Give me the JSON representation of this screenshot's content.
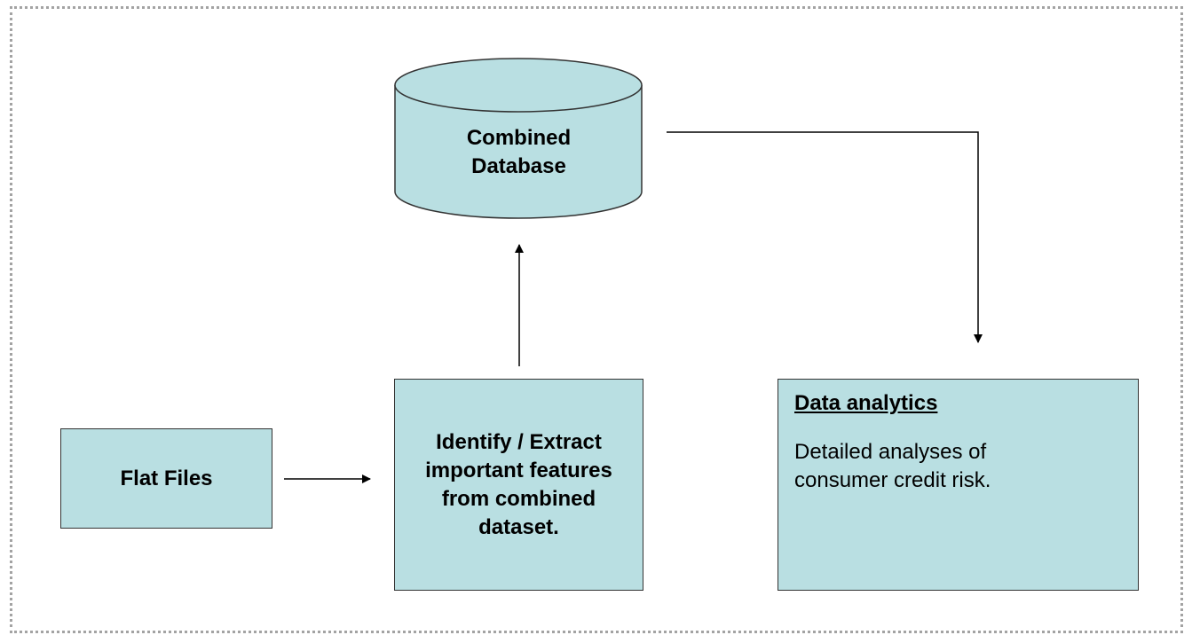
{
  "diagram": {
    "nodes": {
      "database": {
        "line1": "Combined",
        "line2": "Database"
      },
      "flat_files": {
        "label": "Flat Files"
      },
      "extract": {
        "label": "Identify / Extract important features from combined dataset."
      },
      "analytics": {
        "title": "Data analytics",
        "description": "Detailed analyses of consumer credit risk."
      }
    },
    "edges": [
      {
        "from": "Flat Files",
        "to": "Identify / Extract important features from combined dataset."
      },
      {
        "from": "Identify / Extract important features from combined dataset.",
        "to": "Combined Database"
      },
      {
        "from": "Combined Database",
        "to": "Data analytics"
      }
    ],
    "colors": {
      "node_fill": "#b9dfe2",
      "node_border": "#333333",
      "arrow": "#000000",
      "frame": "#a3a3a3"
    }
  }
}
